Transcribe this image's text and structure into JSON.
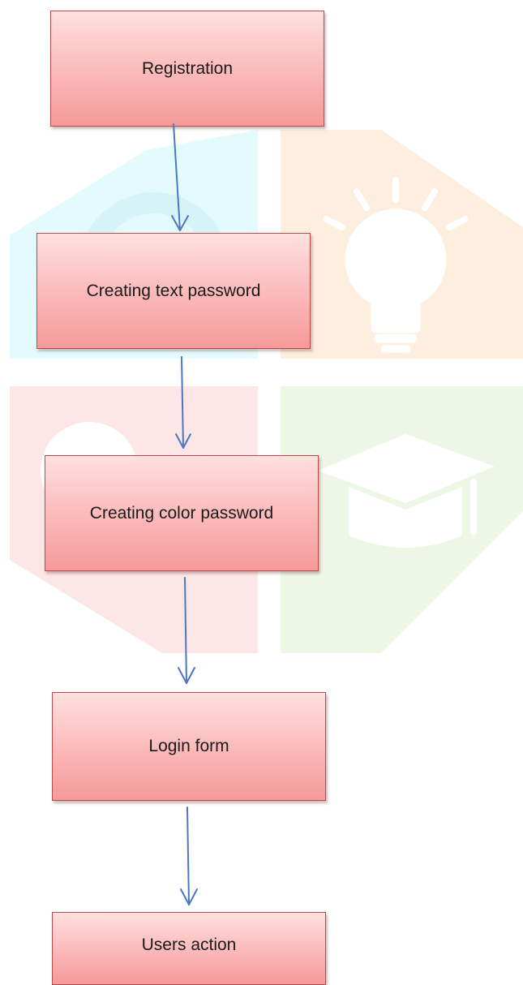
{
  "flowchart": {
    "steps": [
      {
        "label": "Registration"
      },
      {
        "label": "Creating text password"
      },
      {
        "label": "Creating color password"
      },
      {
        "label": "Login form"
      },
      {
        "label": "Users action"
      }
    ]
  },
  "colors": {
    "node_fill_top": "#ffe0e0",
    "node_fill_bottom": "#f69a9a",
    "node_border": "#b84a4a",
    "arrow": "#4a78c2"
  }
}
